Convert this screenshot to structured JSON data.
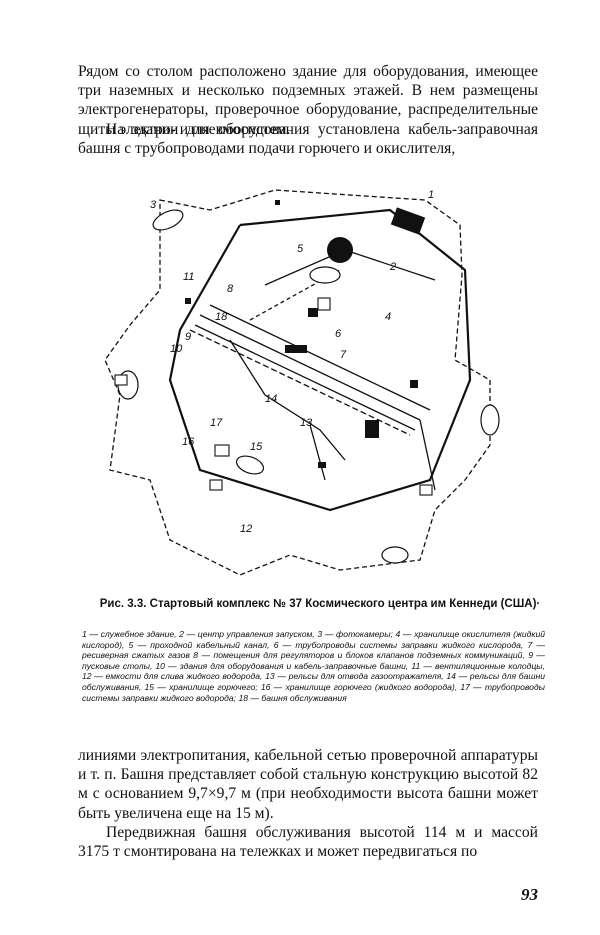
{
  "paragraphs": {
    "p1": "Рядом со столом расположено здание для оборудования, имеющее три наземных и несколько подземных этажей. В нем размещены электрогенераторы, проверочное оборудование, распределительные щиты электро- и пневмосистем.",
    "p2": "На здании для оборудования установлена кабель-заправочная башня с трубопроводами подачи горючего и окислителя,",
    "p3": "линиями электропитания, кабельной сетью проверочной аппаратуры и т. п. Башня представляет собой стальную конструкцию высотой 82 м с основанием 9,7×9,7 м (при необходимости высота башни может быть увеличена еще на 15 м).",
    "p4": "Передвижная башня обслуживания высотой 114 м и массой 3175 т смонтирована на тележках и может передвигаться по"
  },
  "figure": {
    "number": "Рис. 3.3.",
    "title": "Стартовый комплекс № 37 Космического центра им Кеннеди (США)·",
    "callouts": [
      "1",
      "2",
      "3",
      "4",
      "5",
      "6",
      "7",
      "8",
      "9",
      "10",
      "11",
      "12",
      "13",
      "14",
      "15",
      "16",
      "17",
      "18"
    ],
    "legend": "1 — служебное здание, 2 — центр управления запуском, 3 — фотокамеры; 4 — хранилище окислителя (жидкий кислород), 5 — проходной кабельный канал, 6 — трубопроводы системы заправки жидкого кислорода, 7 — ресиверная сжатых газов 8 — помещения для регуляторов и блоков клапанов подземных коммуникаций, 9 — пусковые столы, 10 — здания для оборудования и кабель-заправочные башни, 11 — вентиляционные колодцы, 12 — емкости для слива жидкого водорода, 13 — рельсы для отвода газоотражателя, 14 — рельсы для башни обслуживания, 15 — хранилище горючего; 16 — хранилище горючего (жидкого водорода), 17 — трубопроводы системы заправки жидкого водорода; 18 — башня обслуживания"
  },
  "page_number": "93"
}
